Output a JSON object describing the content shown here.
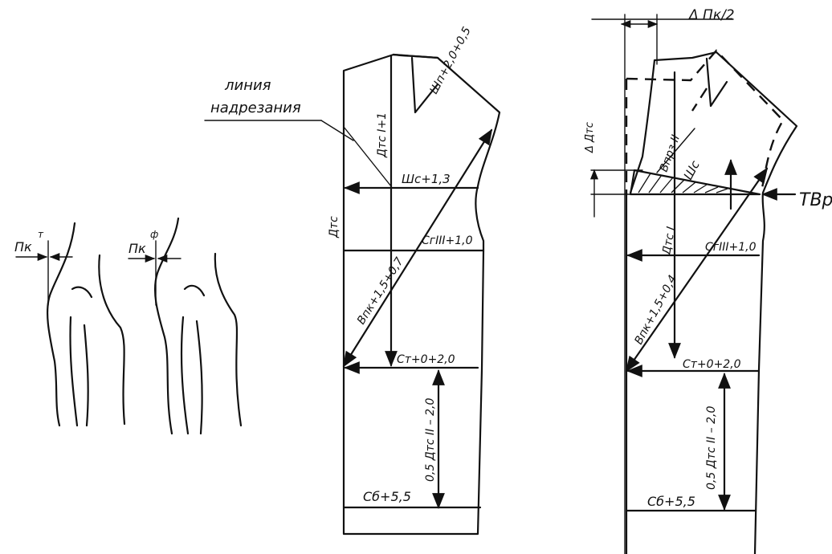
{
  "labels": {
    "cut_line_1": "линия",
    "cut_line_2": "надрезания",
    "figure1_label": "Пк",
    "figure1_sup": "т",
    "figure2_label": "Пк",
    "figure2_sup": "ф",
    "shoulder_dart": "Шп+2,0+0,5",
    "back_length_waist": "Дтс I+1",
    "back_length": "Дтс",
    "back_width": "Шс+1,3",
    "chest_level_1": "СгIII+1,0",
    "shoulder_height_1": "Впк+1,5+0,7",
    "waist_level_1": "Ст+0+2,0",
    "hip_depth_1": "0,5 Дтс II – 2,0",
    "hip_level_1": "Сб+5,5",
    "delta_pk": "Δ Пк/2",
    "delta_dtc": "Δ Дтс",
    "shoulder_height_2": "Впрз II",
    "back_width_2": "Шс",
    "tvr": "ТВр",
    "back_length_2": "Дтс I",
    "chest_level_2": "СгIII+1,0",
    "shoulder_height_3": "Впк+1,5+0,4",
    "waist_level_2": "Ст+0+2,0",
    "hip_depth_2": "0,5 Дтс II – 2,0",
    "hip_level_2": "Сб+5,5"
  }
}
